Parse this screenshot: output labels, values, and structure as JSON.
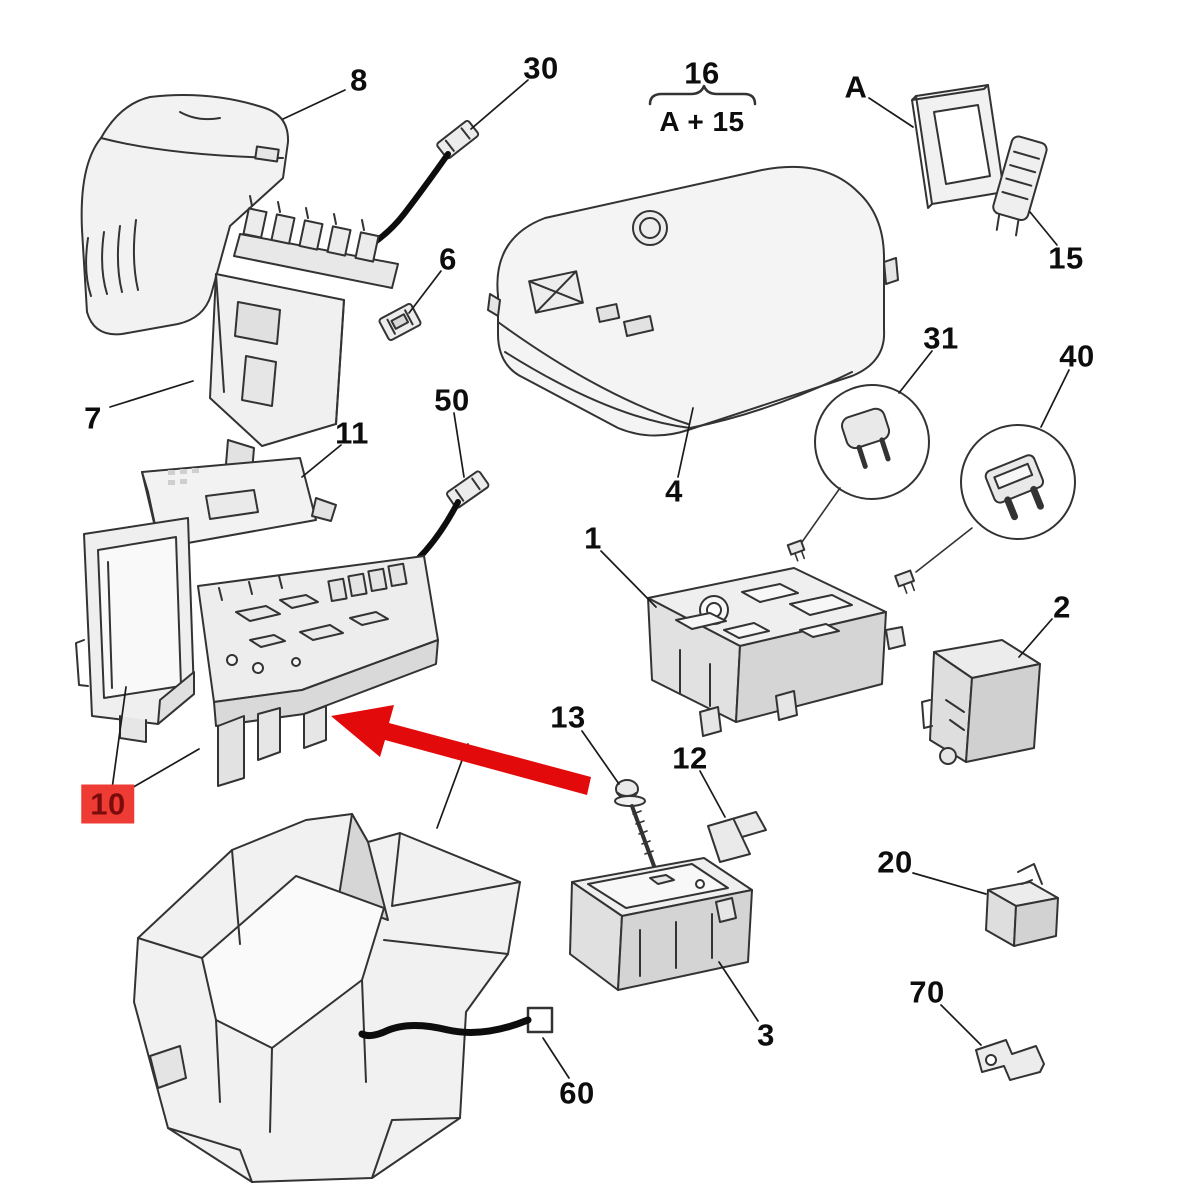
{
  "diagram": {
    "type": "exploded-parts-diagram",
    "background_color": "#ffffff",
    "line_color": "#333333",
    "arrow_color": "#e20a0a",
    "arrow": {
      "points_to": "10"
    },
    "highlight": {
      "background": "#ee3b33",
      "text_color": "#7a0c0c"
    }
  },
  "labels": [
    {
      "id": "8",
      "text": "8"
    },
    {
      "id": "30",
      "text": "30"
    },
    {
      "id": "16",
      "text": "16"
    },
    {
      "id": "A+15",
      "text": "A + 15"
    },
    {
      "id": "A",
      "text": "A"
    },
    {
      "id": "15",
      "text": "15"
    },
    {
      "id": "6",
      "text": "6"
    },
    {
      "id": "7",
      "text": "7"
    },
    {
      "id": "50",
      "text": "50"
    },
    {
      "id": "11",
      "text": "11"
    },
    {
      "id": "4",
      "text": "4"
    },
    {
      "id": "31",
      "text": "31"
    },
    {
      "id": "40",
      "text": "40"
    },
    {
      "id": "1",
      "text": "1"
    },
    {
      "id": "2",
      "text": "2"
    },
    {
      "id": "10",
      "text": "10",
      "highlighted": true
    },
    {
      "id": "13",
      "text": "13"
    },
    {
      "id": "12",
      "text": "12"
    },
    {
      "id": "20",
      "text": "20"
    },
    {
      "id": "3",
      "text": "3"
    },
    {
      "id": "70",
      "text": "70"
    },
    {
      "id": "60",
      "text": "60"
    }
  ]
}
